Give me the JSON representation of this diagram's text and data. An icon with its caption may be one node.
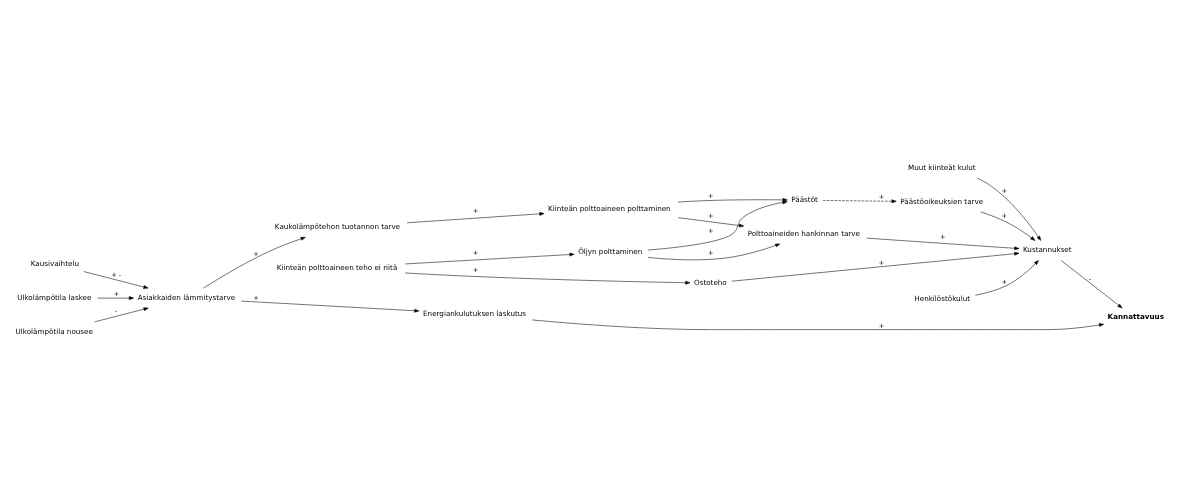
{
  "diagram": {
    "nodes": [
      {
        "text": [
          "Kausivaihtelu"
        ]
      },
      {
        "text": [
          "Ulkolämpötila laskee"
        ]
      },
      {
        "text": [
          "Ulkolämpötila nousee"
        ]
      },
      {
        "text": [
          "Asiakkaiden lämmitystarve"
        ]
      },
      {
        "text": [
          "Kaukolämpötehon tuotannon tarve"
        ]
      },
      {
        "text": [
          "Kiinteän polttoaineen polttaminen"
        ]
      },
      {
        "text": [
          "Päästöt"
        ]
      },
      {
        "text": [
          "Päästöoikeuksien tarve"
        ]
      },
      {
        "text": [
          "Henkilöstökulut"
        ]
      },
      {
        "text": [
          "Muut kiinteät kulut"
        ]
      },
      {
        "text": [
          "Kiinteän polttoaineen teho ei riitä"
        ]
      },
      {
        "text": [
          "Öljyn polttaminen"
        ]
      },
      {
        "text": [
          "Polttoaineiden hankinnan tarve"
        ]
      },
      {
        "text": [
          "Ostoteho"
        ]
      },
      {
        "text": [
          "Kustannukset"
        ]
      },
      {
        "text": [
          "Energiankulutuksen laskutus"
        ]
      },
      {
        "text": [
          "Kannattavuus"
        ]
      }
    ],
    "edges": [
      {
        "from": 0,
        "to": 3,
        "arrow": "to",
        "label": "+ -"
      },
      {
        "from": 1,
        "to": 3,
        "arrow": "to",
        "label": "+"
      },
      {
        "from": 2,
        "to": 3,
        "arrow": "to",
        "label": "-"
      },
      {
        "from": 3,
        "to": 4,
        "arrow": "to",
        "label": "+"
      },
      {
        "from": 4,
        "to": 5,
        "arrow": "to",
        "label": "+"
      },
      {
        "from": 5,
        "to": 6,
        "arrow": "to",
        "label": "+"
      },
      {
        "from": 11,
        "to": 6,
        "arrow": "to",
        "label": "+"
      },
      {
        "from": 6,
        "to": 7,
        "arrow": "to",
        "label": "+",
        "style": "dashed"
      },
      {
        "from": 5,
        "to": 12,
        "arrow": "to",
        "label": "+"
      },
      {
        "from": 10,
        "to": 11,
        "arrow": "to",
        "label": "+"
      },
      {
        "from": 11,
        "to": 12,
        "arrow": "to",
        "label": "+"
      },
      {
        "from": 10,
        "to": 13,
        "arrow": "to",
        "label": "+"
      },
      {
        "from": 7,
        "to": 14,
        "arrow": "to",
        "label": "+"
      },
      {
        "from": 8,
        "to": 14,
        "arrow": "to",
        "label": "+"
      },
      {
        "from": 9,
        "to": 14,
        "arrow": "to",
        "label": "+"
      },
      {
        "from": 12,
        "to": 14,
        "arrow": "to",
        "label": "+"
      },
      {
        "from": 13,
        "to": 14,
        "arrow": "to",
        "label": "+"
      },
      {
        "from": 3,
        "to": 15,
        "arrow": "to",
        "label": "+"
      },
      {
        "from": 14,
        "to": 16,
        "arrow": "to",
        "label": "-"
      },
      {
        "from": 15,
        "to": 16,
        "arrow": "to",
        "label": "+"
      }
    ]
  }
}
